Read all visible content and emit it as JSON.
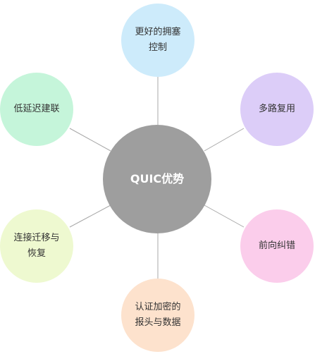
{
  "diagram": {
    "center": {
      "label": "QUIC优势",
      "color": "#9e9e9e"
    },
    "nodes": [
      {
        "label": "更好的拥塞控制",
        "color": "#cdebfb"
      },
      {
        "label": "多路复用",
        "color": "#dccdf8"
      },
      {
        "label": "前向纠错",
        "color": "#fbcdeb"
      },
      {
        "label": "认证加密的报头与数据",
        "color": "#fde2cd"
      },
      {
        "label": "连接迁移与恢复",
        "color": "#eef9d0"
      },
      {
        "label": "低延迟建联",
        "color": "#c5f5da"
      }
    ],
    "connector_color": "#a8a8a8"
  }
}
